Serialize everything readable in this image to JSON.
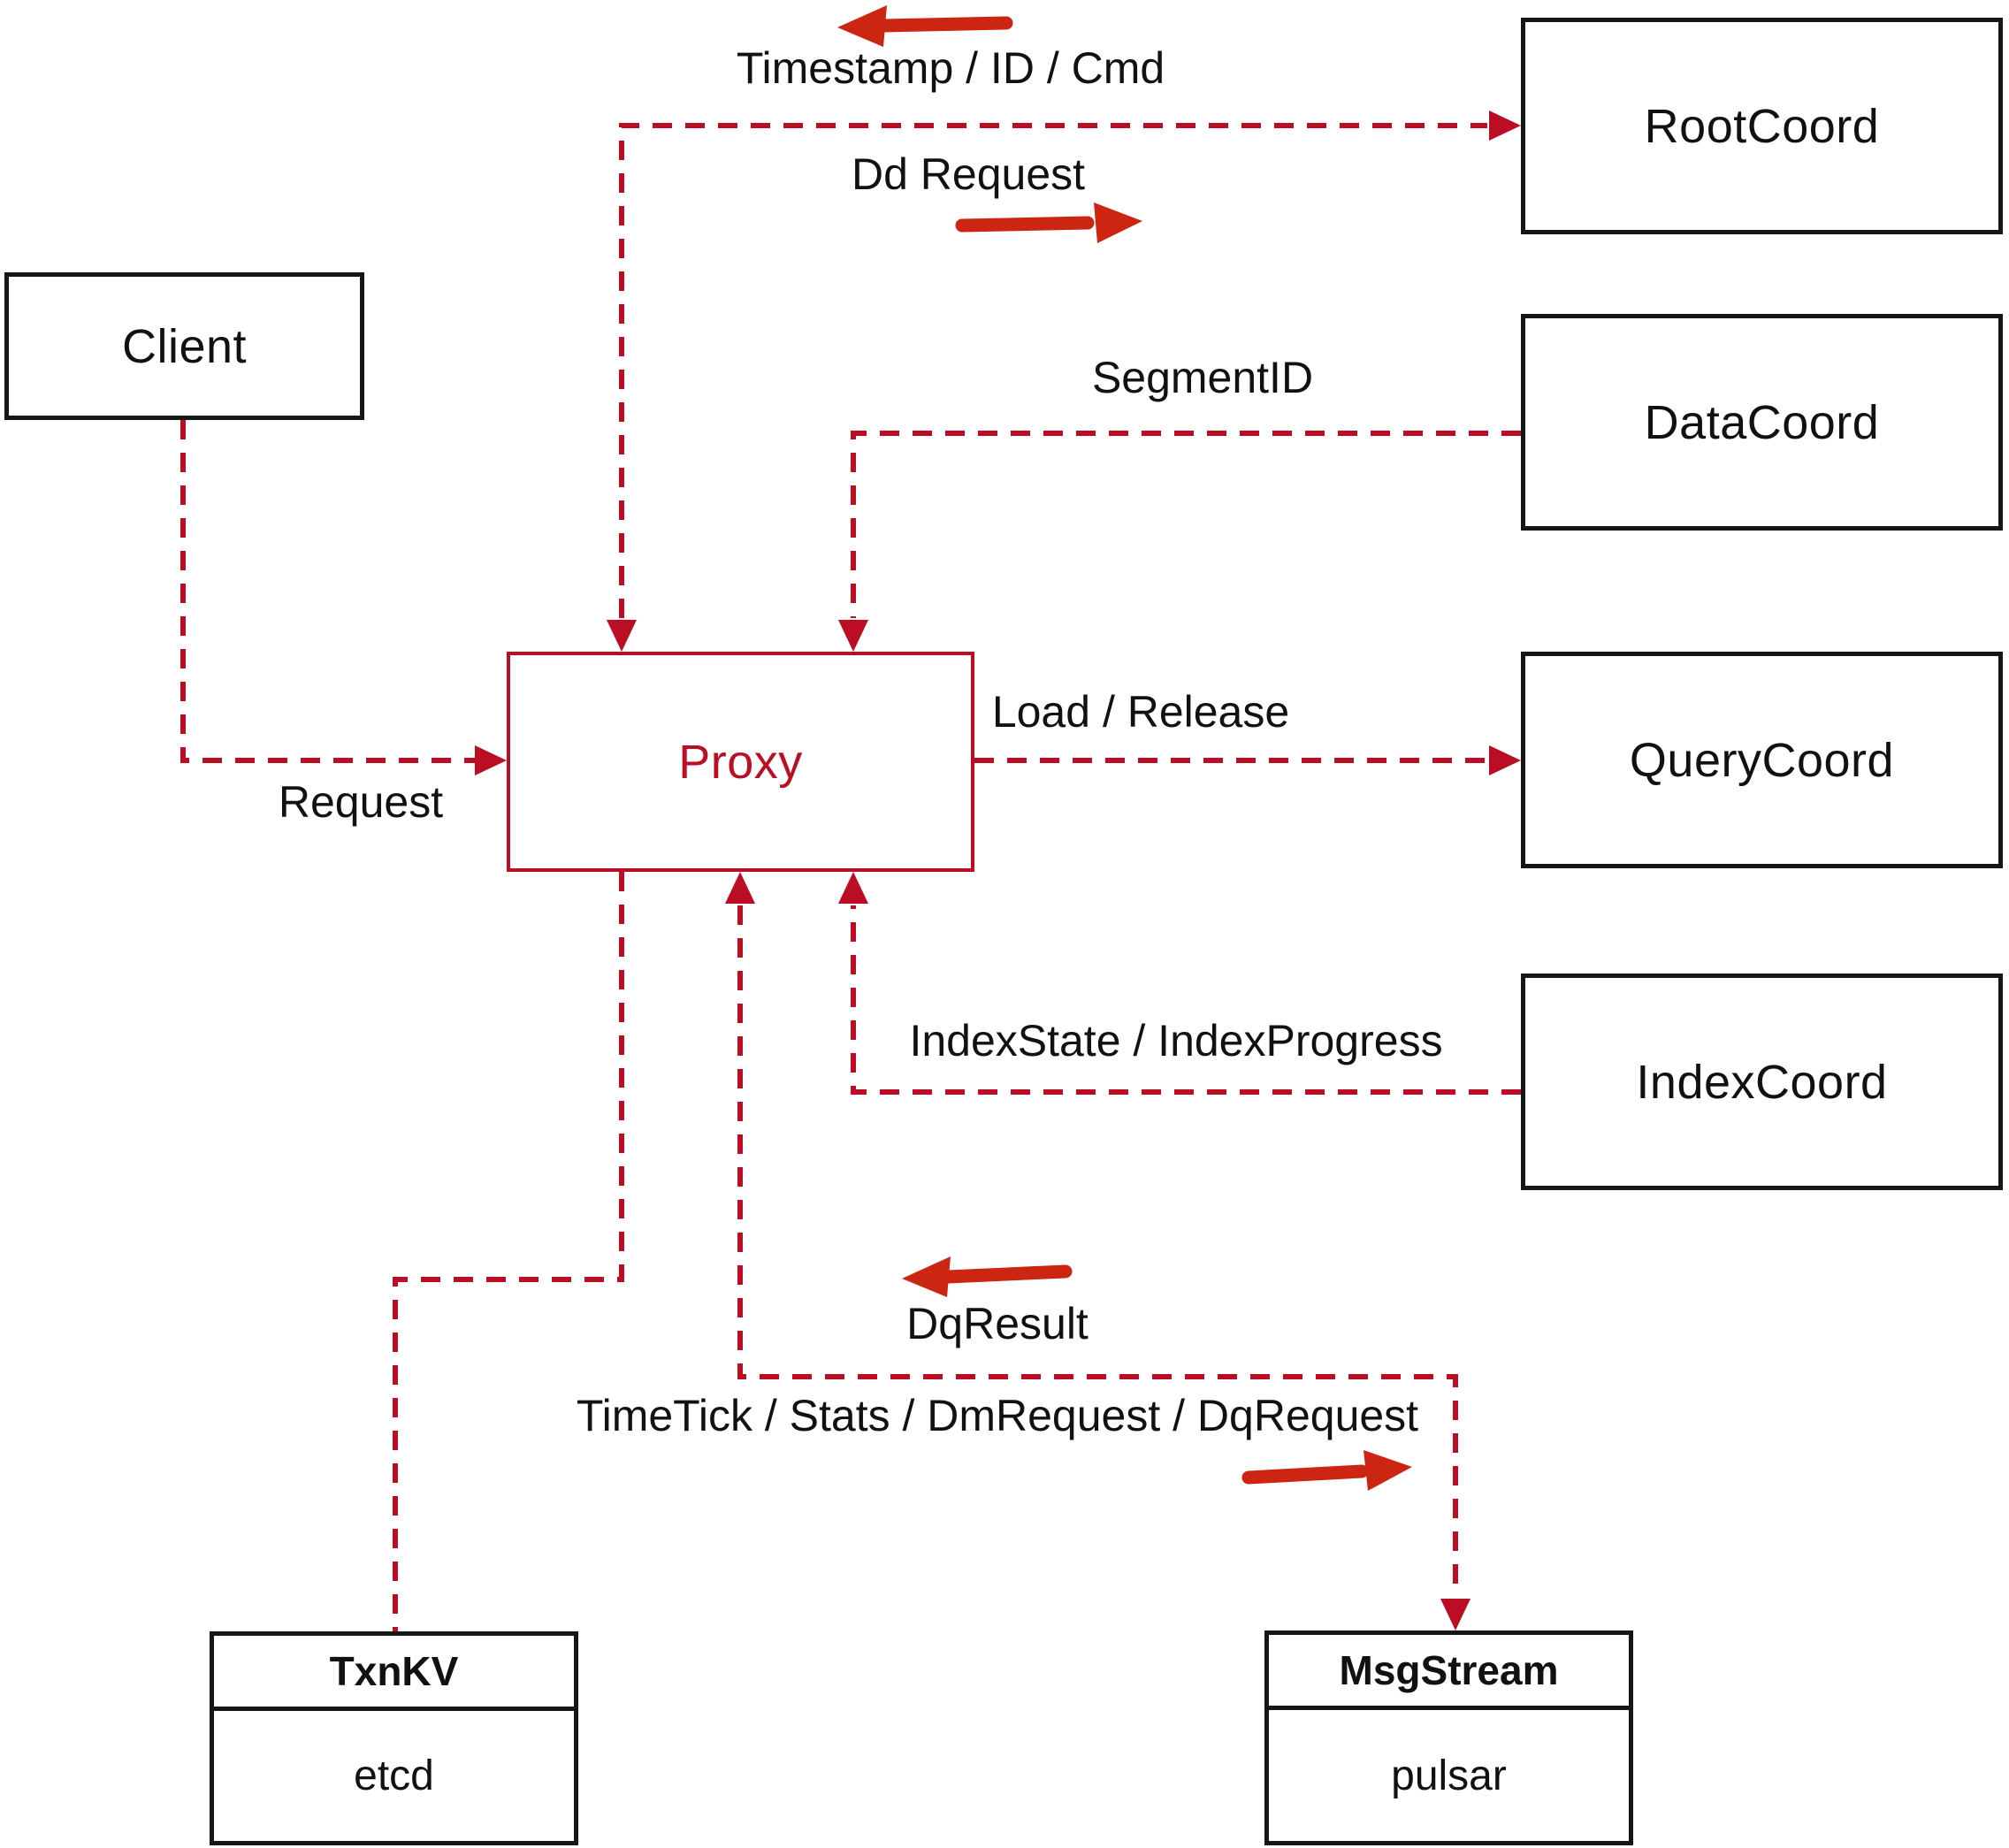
{
  "diagram": {
    "colors": {
      "connector_dashed": "#bb0e24",
      "annotation_arrow": "#cc2512",
      "box_border": "#161616",
      "text": "#111111"
    },
    "nodes": {
      "client": {
        "label": "Client"
      },
      "proxy": {
        "label": "Proxy"
      },
      "rootcoord": {
        "label": "RootCoord"
      },
      "datacoord": {
        "label": "DataCoord"
      },
      "querycoord": {
        "label": "QueryCoord"
      },
      "indexcoord": {
        "label": "IndexCoord"
      },
      "txnkv": {
        "title": "TxnKV",
        "subtitle": "etcd"
      },
      "msgstream": {
        "title": "MsgStream",
        "subtitle": "pulsar"
      }
    },
    "edge_labels": {
      "timestamp": "Timestamp / ID / Cmd",
      "dd_request": "Dd Request",
      "segment_id": "SegmentID",
      "request": "Request",
      "load_release": "Load / Release",
      "index_state": "IndexState / IndexProgress",
      "dq_result": "DqResult",
      "timetick": "TimeTick / Stats / DmRequest / DqRequest"
    }
  }
}
